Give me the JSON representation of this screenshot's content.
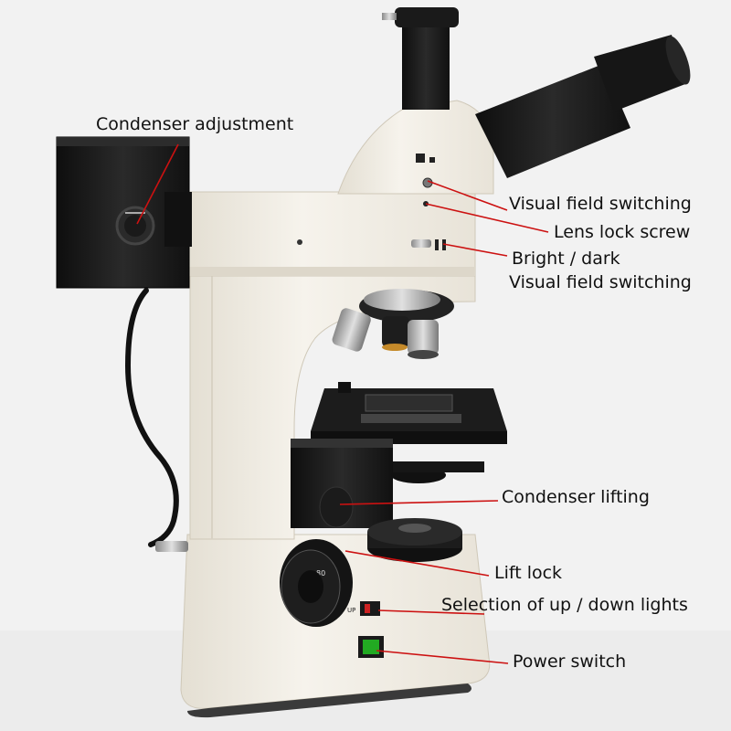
{
  "labels": {
    "condenser_adjustment": "Condenser adjustment",
    "visual_field_switching": "Visual field switching",
    "lens_lock_screw": "Lens lock screw",
    "bright_dark": "Bright / dark",
    "visual_field_switching_2": "Visual field switching",
    "condenser_lifting": "Condenser lifting",
    "lift_lock": "Lift lock",
    "up_down_lights": "Selection of up / down lights",
    "power_switch": "Power switch"
  },
  "panel_text": {
    "switch_marker": "UP"
  },
  "colors": {
    "leader_line": "#cc1111",
    "body": "#f1ede4",
    "lamp_housing": "#1c1c1c",
    "power_switch": "#22aa22",
    "light_switch": "#cc2222"
  }
}
